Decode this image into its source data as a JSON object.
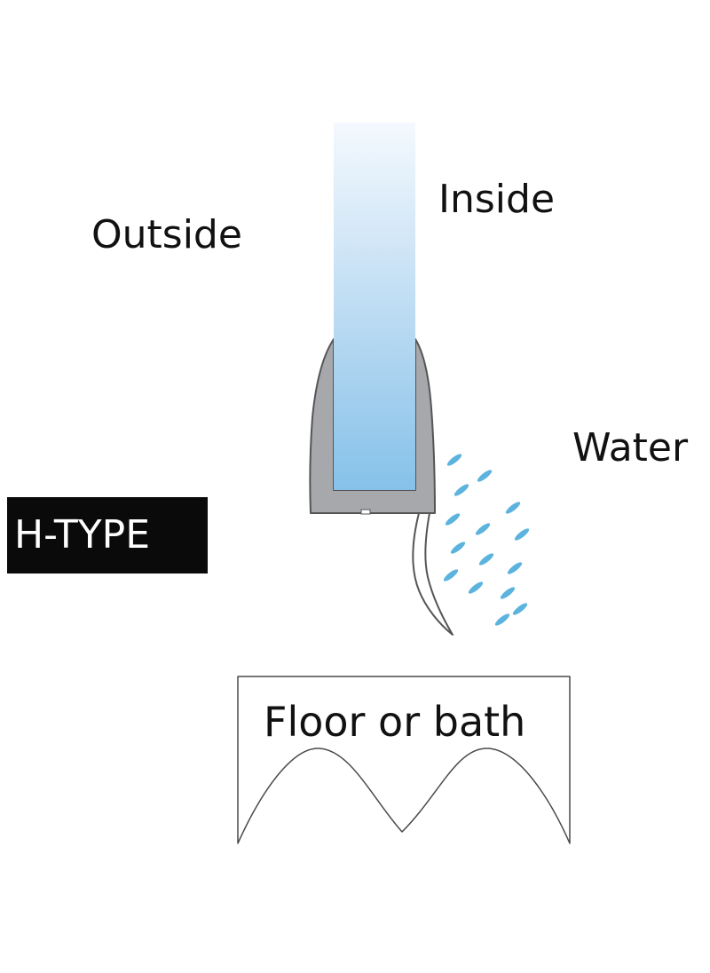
{
  "labels": {
    "outside": "Outside",
    "inside": "Inside",
    "water": "Water",
    "type_badge": "H-TYPE",
    "floor": "Floor or bath"
  },
  "colors": {
    "glass_top": "#eef5fc",
    "glass_bottom": "#8cc4ea",
    "seal": "#a6a8ab",
    "seal_outline": "#555555",
    "water_drop": "#5bb3de",
    "badge_bg": "#0a0a0a",
    "badge_text": "#ffffff",
    "text": "#111111"
  },
  "icons": {
    "glass_panel": "glass-panel-icon",
    "seal_profile": "h-type-seal-icon",
    "water_drops": "water-droplet-icon",
    "floor_profile": "floor-profile-icon"
  }
}
